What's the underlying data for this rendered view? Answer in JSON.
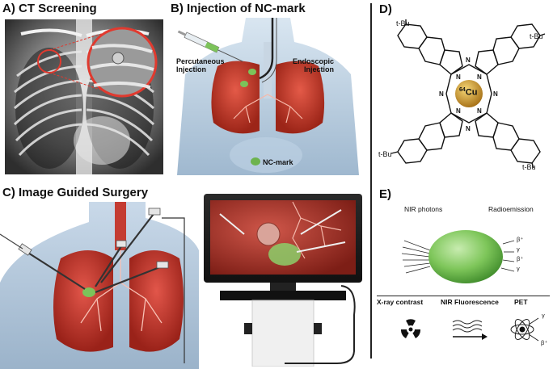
{
  "panels": {
    "a": {
      "title": "A) CT Screening"
    },
    "b": {
      "title": "B) Injection of NC-mark",
      "percutaneous": "Percutaneous\nInjection",
      "endoscopic": "Endoscopic\nInjection",
      "ncmark": "NC-mark"
    },
    "c": {
      "title": "C) Image Guided Surgery"
    },
    "d": {
      "title": "D)",
      "metal_super": "64",
      "metal": "Cu",
      "tbu": "t-Bu",
      "n": "N"
    },
    "e": {
      "title": "E)",
      "nir_photons": "NIR photons",
      "radioemission": "Radioemission",
      "xray": "X-ray contrast",
      "nirf": "NIR Fluorescence",
      "pet": "PET",
      "beta_plus": "β⁺",
      "gamma": "γ"
    }
  },
  "colors": {
    "lung_red": "#c0392b",
    "nc_green": "#7cc35a",
    "copper_gold": "#c9962a",
    "body_blue": "#b8cde0",
    "screen_red": "#a8322a"
  },
  "icons": [
    "syringe-icon",
    "endoscope-icon",
    "radiation-icon",
    "wave-icon",
    "atom-icon",
    "monitor-icon"
  ]
}
